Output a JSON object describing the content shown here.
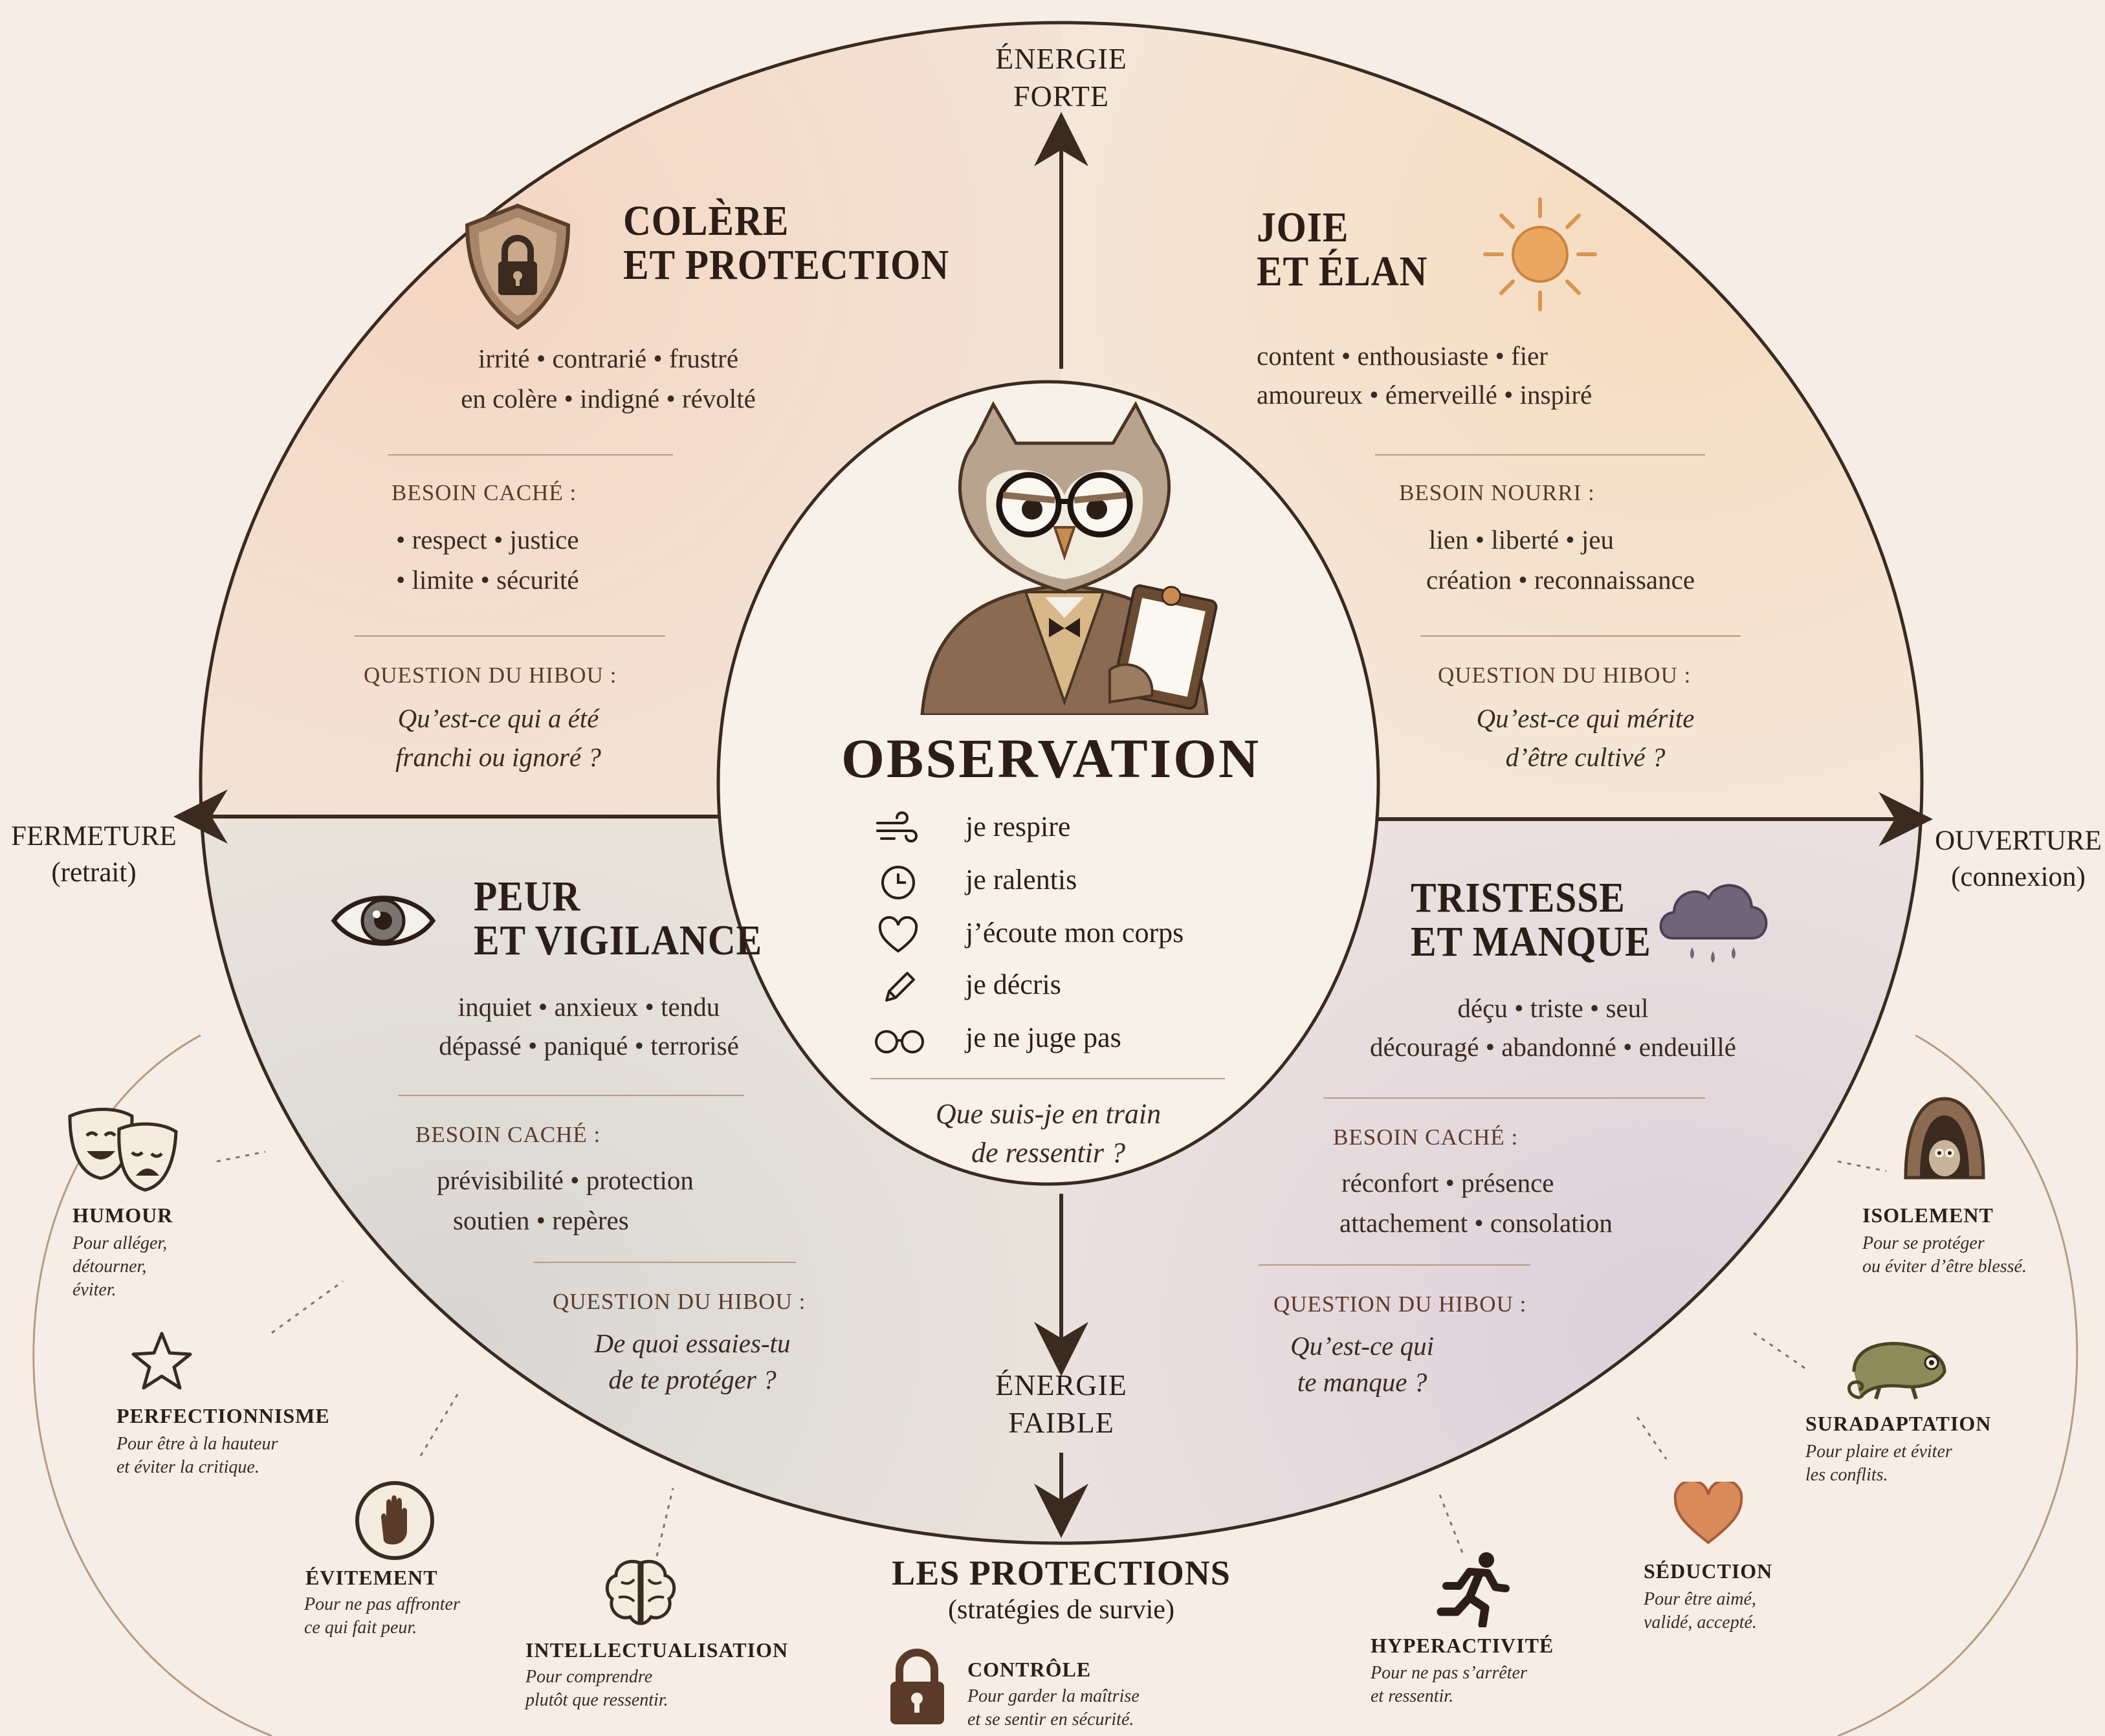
{
  "axes": {
    "top_line1": "ÉNERGIE",
    "top_line2": "FORTE",
    "bottom_line1": "ÉNERGIE",
    "bottom_line2": "FAIBLE",
    "left_line1": "FERMETURE",
    "left_line2": "(retrait)",
    "right_line1": "OUVERTURE",
    "right_line2": "(connexion)"
  },
  "quadrants": {
    "colere": {
      "title_line1": "COLÈRE",
      "title_line2": "ET PROTECTION",
      "emotions_line1": "irrité  •  contrarié  •  frustré",
      "emotions_line2": "en colère  •  indigné  •  révolté",
      "need_label": "BESOIN CACHÉ :",
      "needs_line1": "•  respect  •  justice",
      "needs_line2": "•  limite  •  sécurité",
      "question_label": "QUESTION DU HIBOU :",
      "question_line1": "Qu’est-ce qui a été",
      "question_line2": "franchi ou ignoré ?"
    },
    "joie": {
      "title_line1": "JOIE",
      "title_line2": "ET ÉLAN",
      "emotions_line1": "content  •  enthousiaste  •  fier",
      "emotions_line2": "amoureux  •  émerveillé  •  inspiré",
      "need_label": "BESOIN NOURRI :",
      "needs_line1": "lien  •  liberté  •  jeu",
      "needs_line2": "création  •  reconnaissance",
      "question_label": "QUESTION DU HIBOU :",
      "question_line1": "Qu’est-ce qui mérite",
      "question_line2": "d’être cultivé ?"
    },
    "peur": {
      "title_line1": "PEUR",
      "title_line2": "ET VIGILANCE",
      "emotions_line1": "inquiet  •  anxieux  •  tendu",
      "emotions_line2": "dépassé  •  paniqué  •  terrorisé",
      "need_label": "BESOIN CACHÉ :",
      "needs_line1": "prévisibilité  •  protection",
      "needs_line2": "soutien  •  repères",
      "question_label": "QUESTION DU HIBOU :",
      "question_line1": "De quoi essaies-tu",
      "question_line2": "de te protéger ?"
    },
    "tristesse": {
      "title_line1": "TRISTESSE",
      "title_line2": "ET MANQUE",
      "emotions_line1": "déçu  •  triste  •  seul",
      "emotions_line2": "découragé  •  abandonné • endeuillé",
      "need_label": "BESOIN CACHÉ :",
      "needs_line1": "réconfort  •  présence",
      "needs_line2": "attachement  •  consolation",
      "question_label": "QUESTION DU HIBOU :",
      "question_line1": "Qu’est-ce qui",
      "question_line2": "te manque ?"
    }
  },
  "center": {
    "title": "OBSERVATION",
    "steps": [
      "je respire",
      "je ralentis",
      "j’écoute mon corps",
      "je décris",
      "je ne juge pas"
    ],
    "question_line1": "Que suis-je en train",
    "question_line2": "de ressentir ?"
  },
  "protections": {
    "title": "LES PROTECTIONS",
    "subtitle": "(stratégies de survie)",
    "items": {
      "humour": {
        "name": "HUMOUR",
        "desc1": "Pour alléger,",
        "desc2": "détourner,",
        "desc3": "éviter."
      },
      "perfectionnisme": {
        "name": "PERFECTIONNISME",
        "desc1": "Pour être à la hauteur",
        "desc2": "et éviter la critique."
      },
      "evitement": {
        "name": "ÉVITEMENT",
        "desc1": "Pour ne pas affronter",
        "desc2": "ce qui fait peur."
      },
      "intellectualisation": {
        "name": "INTELLECTUALISATION",
        "desc1": "Pour comprendre",
        "desc2": "plutôt que ressentir."
      },
      "controle": {
        "name": "CONTRÔLE",
        "desc1": "Pour garder la maîtrise",
        "desc2": "et se sentir en sécurité."
      },
      "hyperactivite": {
        "name": "HYPERACTIVITÉ",
        "desc1": "Pour ne pas s’arrêter",
        "desc2": "et ressentir."
      },
      "seduction": {
        "name": "SÉDUCTION",
        "desc1": "Pour être aimé,",
        "desc2": "validé, accepté."
      },
      "suradaptation": {
        "name": "SURADAPTATION",
        "desc1": "Pour plaire et éviter",
        "desc2": "les conflits."
      },
      "isolement": {
        "name": "ISOLEMENT",
        "desc1": "Pour se protéger",
        "desc2": "ou éviter d’être blessé."
      }
    }
  },
  "colors": {
    "anger": "#f2d9c8",
    "joy": "#f5e3cc",
    "fear": "#dcdcdc",
    "sadness": "#e2d6de",
    "ink": "#3a2a20",
    "sun": "#e8a860",
    "heart": "#d98a5a"
  },
  "icons": {
    "colere": "shield-lock-icon",
    "joie": "sun-icon",
    "peur": "eye-icon",
    "tristesse": "rain-cloud-icon",
    "steps": [
      "wind-icon",
      "clock-icon",
      "heart-outline-icon",
      "pencil-icon",
      "glasses-icon"
    ]
  }
}
